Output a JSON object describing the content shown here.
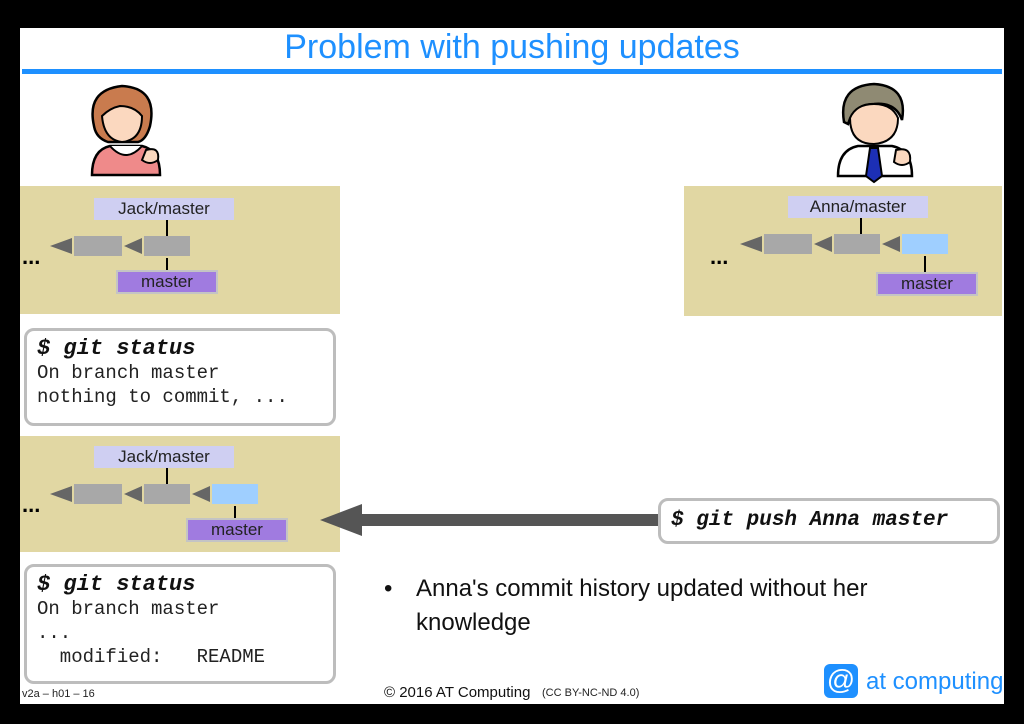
{
  "title": "Problem with pushing updates",
  "jack_panel_top": {
    "ref_label": "Jack/master",
    "branch_label": "master",
    "ellipsis": "..."
  },
  "anna_panel": {
    "ref_label": "Anna/master",
    "branch_label": "master",
    "ellipsis": "..."
  },
  "jack_panel_bottom": {
    "ref_label": "Jack/master",
    "branch_label": "master",
    "ellipsis": "..."
  },
  "terminal_top": {
    "command": "$ git status",
    "lines": [
      "On branch master",
      "nothing to commit, ..."
    ]
  },
  "terminal_bottom": {
    "command": "$ git status",
    "lines": [
      "On branch master",
      "...",
      "  modified:   README"
    ]
  },
  "push_command": "$ git push Anna master",
  "bullet": {
    "marker": "•",
    "text_line1": "Anna's commit history updated without her",
    "text_line2": "knowledge"
  },
  "footer": {
    "slide_id": "v2a – h01 – 16",
    "copyright": "© 2016 AT Computing",
    "license": "(CC BY-NC-ND 4.0)",
    "brand": "at computing",
    "logo_char": "@"
  },
  "colors": {
    "accent": "#1e90ff",
    "panel": "#e1d7a3",
    "commit": "#a8a8a8",
    "new_commit": "#9fcfff",
    "branch": "#a07be0",
    "remote_ref": "#cfcff2",
    "push_arrow": "#555555"
  },
  "icons": [
    "woman-avatar-icon",
    "man-avatar-icon",
    "commit-arrow-icon",
    "push-arrow-icon"
  ]
}
